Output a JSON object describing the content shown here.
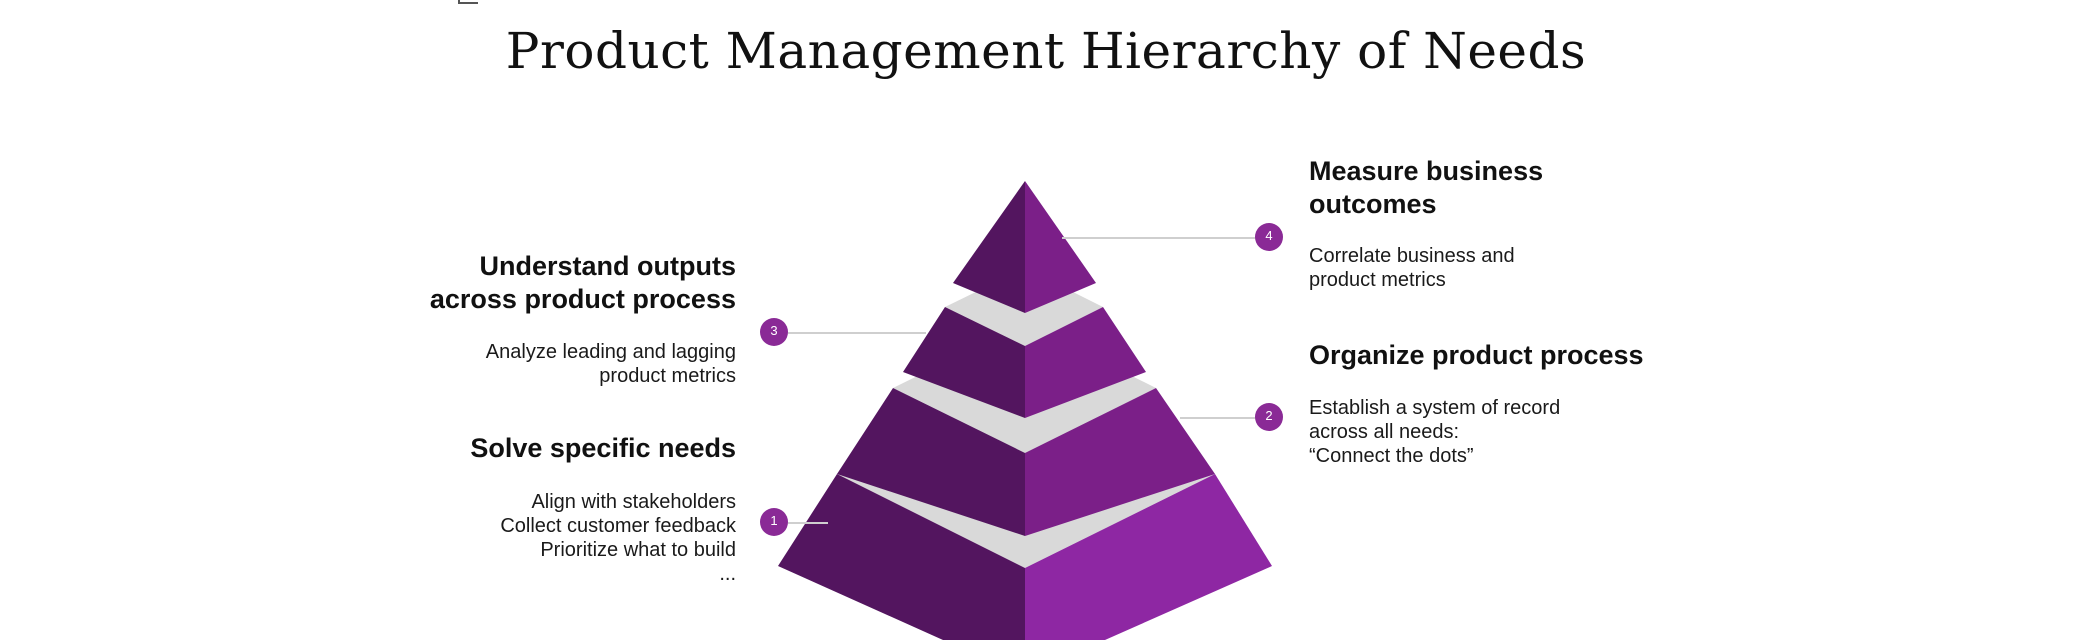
{
  "title": "Product Management Hierarchy of Needs",
  "colors": {
    "dark_face": "#53155f",
    "right_face_top": "#7b1f88",
    "right_face_bottom": "#8e27a3",
    "band": "#d9d9d9",
    "marker": "#8a2a96",
    "connector": "#cfcfcf"
  },
  "levels": [
    {
      "number": "1",
      "heading": "Solve specific needs",
      "body": [
        "Align with stakeholders",
        "Collect customer feedback",
        "Prioritize what to build",
        "..."
      ]
    },
    {
      "number": "2",
      "heading": "Organize product process",
      "body": [
        "Establish a system of record",
        "across all needs:",
        "“Connect the dots”"
      ]
    },
    {
      "number": "3",
      "heading": "Understand outputs across product process",
      "heading_lines": [
        "Understand outputs",
        "across product process"
      ],
      "body": [
        "Analyze leading and lagging",
        "product metrics"
      ]
    },
    {
      "number": "4",
      "heading": "Measure business outcomes",
      "heading_lines": [
        "Measure business",
        "outcomes"
      ],
      "body": [
        "Correlate business and",
        "product metrics"
      ]
    }
  ]
}
